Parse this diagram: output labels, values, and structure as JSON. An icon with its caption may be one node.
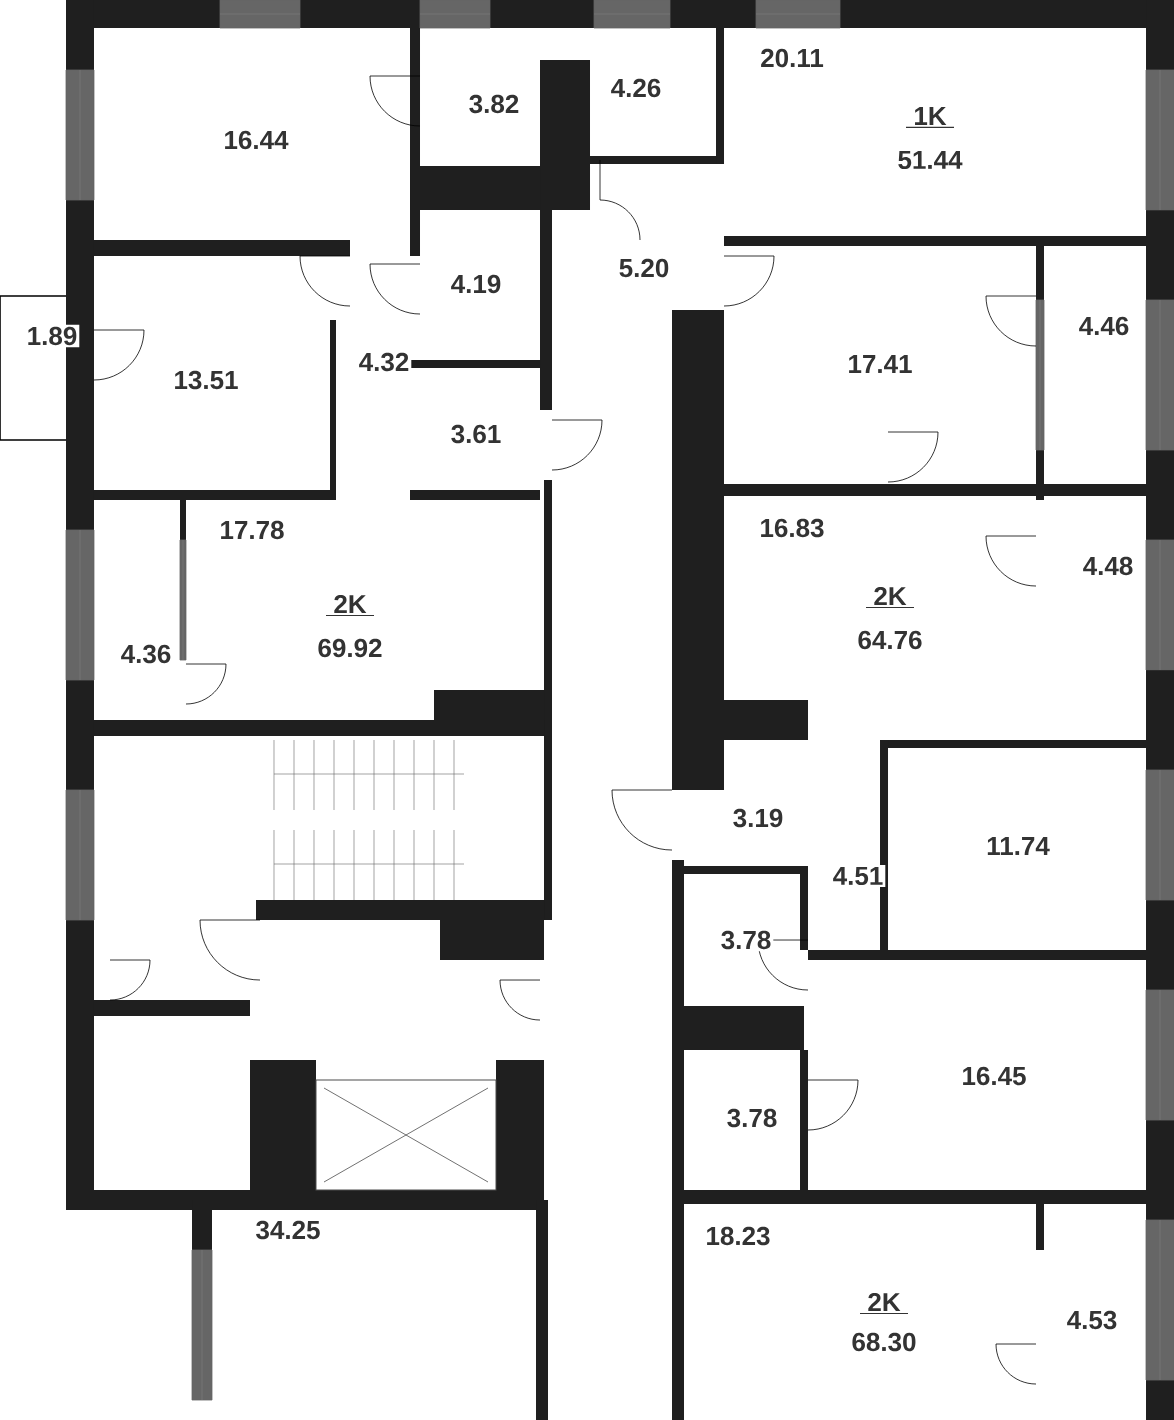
{
  "diagram": {
    "labels": [
      "16.44",
      "3.82",
      "4.26",
      "20.11",
      "1K",
      "51.44",
      "4.19",
      "5.20",
      "1.89",
      "13.51",
      "4.32",
      "17.41",
      "4.46",
      "3.61",
      "17.78",
      "16.83",
      "4.48",
      "2K",
      "69.92",
      "2K",
      "64.76",
      "4.36",
      "3.19",
      "11.74",
      "4.51",
      "3.78",
      "16.45",
      "3.78",
      "34.25",
      "18.23",
      "2K",
      "68.30",
      "4.53"
    ]
  }
}
